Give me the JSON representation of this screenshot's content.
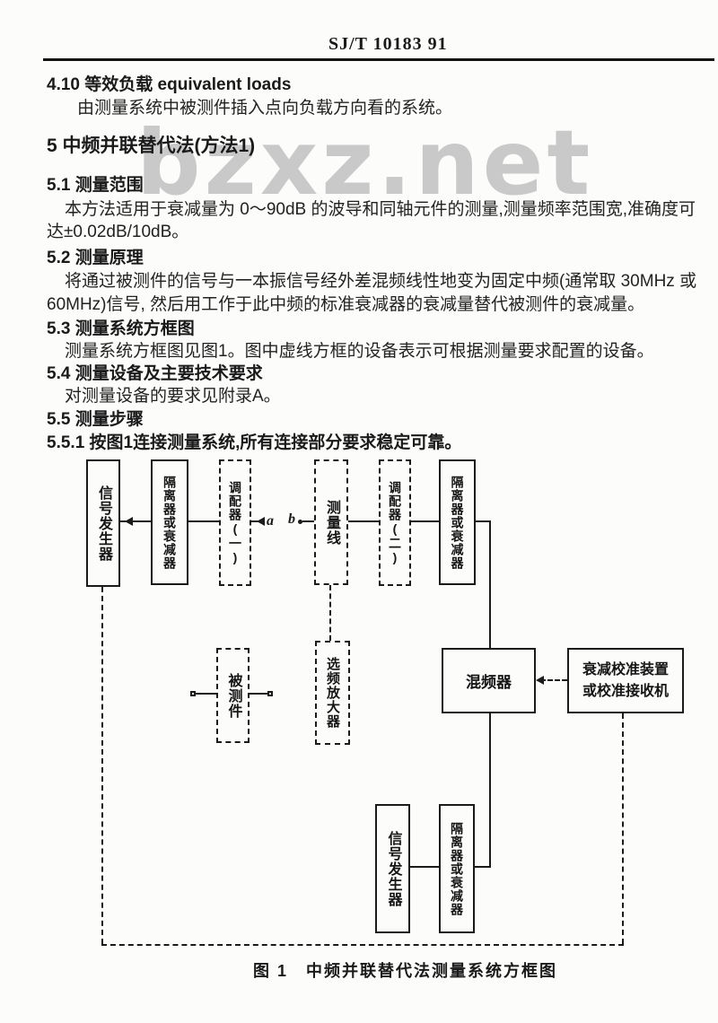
{
  "page": {
    "header": "SJ/T 10183  91",
    "watermark": "bzxz.net",
    "text": {
      "h410": "4.10  等效负载  equivalent loads",
      "p410": "由测量系统中被测件插入点向负载方向看的系统。",
      "h5": "5  中频并联替代法(方法1)",
      "h51": "5.1  测量范围",
      "p51a": "本方法适用于衰减量为 0～90dB 的波导和同轴元件的测量,测量频率范围宽,准确度可",
      "p51b": "达±0.02dB/10dB。",
      "h52": "5.2  测量原理",
      "p52a": "将通过被测件的信号与一本振信号经外差混频线性地变为固定中频(通常取 30MHz 或",
      "p52b": "60MHz)信号, 然后用工作于此中频的标准衰减器的衰减量替代被测件的衰减量。",
      "h53": "5.3  测量系统方框图",
      "p53": "测量系统方框图见图1。图中虚线方框的设备表示可根据测量要求配置的设备。",
      "h54": "5.4  测量设备及主要技术要求",
      "p54": "对测量设备的要求见附录A。",
      "h55": "5.5  测量步骤",
      "p551": "5.5.1  按图1连接测量系统,所有连接部分要求稳定可靠。"
    },
    "figure": {
      "caption": "图 1　中频并联替代法测量系统方框图",
      "labels": {
        "signal_generator": "信号发生器",
        "isolator_or_attenuator": "隔离器或衰减器",
        "tuner1": "调配器(一)",
        "measuring_line": "测量线",
        "tuner2": "调配器(二)",
        "dut": "被测件",
        "selective_amplifier": "选频放大器",
        "mixer": "混频器",
        "cal_line1": "衰减校准装置",
        "cal_line2": "或校准接收机"
      },
      "points": {
        "a": "a",
        "b": "b"
      }
    }
  }
}
